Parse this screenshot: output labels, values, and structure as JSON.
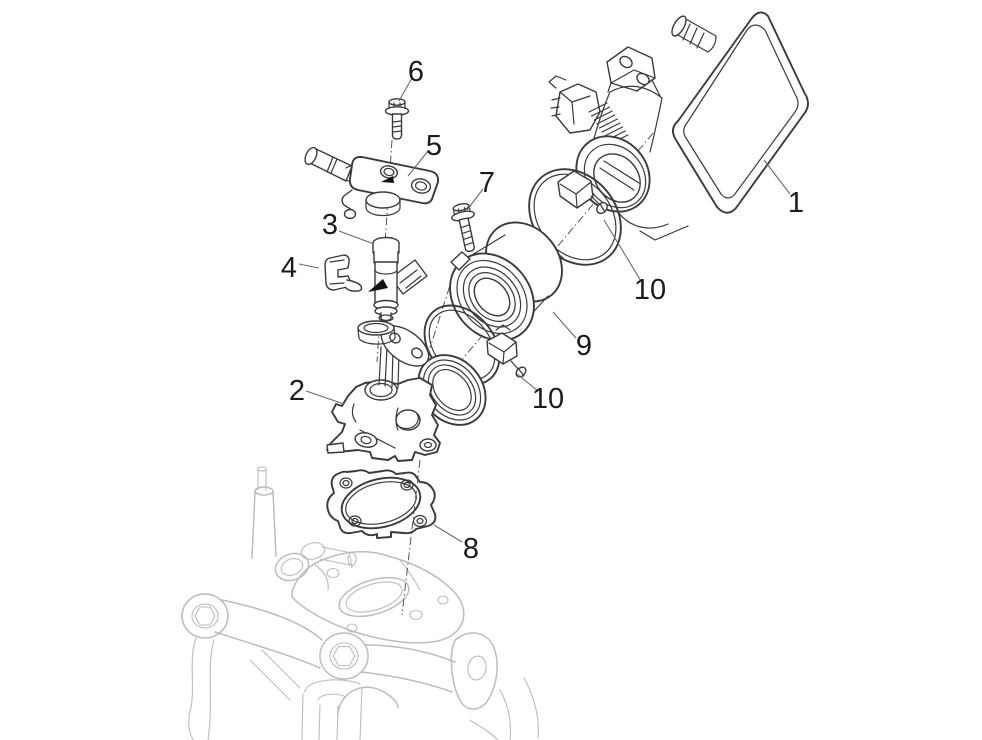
{
  "figure": {
    "background_color": "#ffffff",
    "part_line_color": "#3a3a3a",
    "reference_part_color": "#bcbcbc",
    "leader_line_color": "#6a6a6a",
    "callout_color": "#1b1b1b",
    "callouts": [
      {
        "label": "1"
      },
      {
        "label": "2"
      },
      {
        "label": "3"
      },
      {
        "label": "4"
      },
      {
        "label": "5"
      },
      {
        "label": "6"
      },
      {
        "label": "7"
      },
      {
        "label": "8"
      },
      {
        "label": "9"
      },
      {
        "label": "10"
      },
      {
        "label": "10"
      }
    ]
  }
}
